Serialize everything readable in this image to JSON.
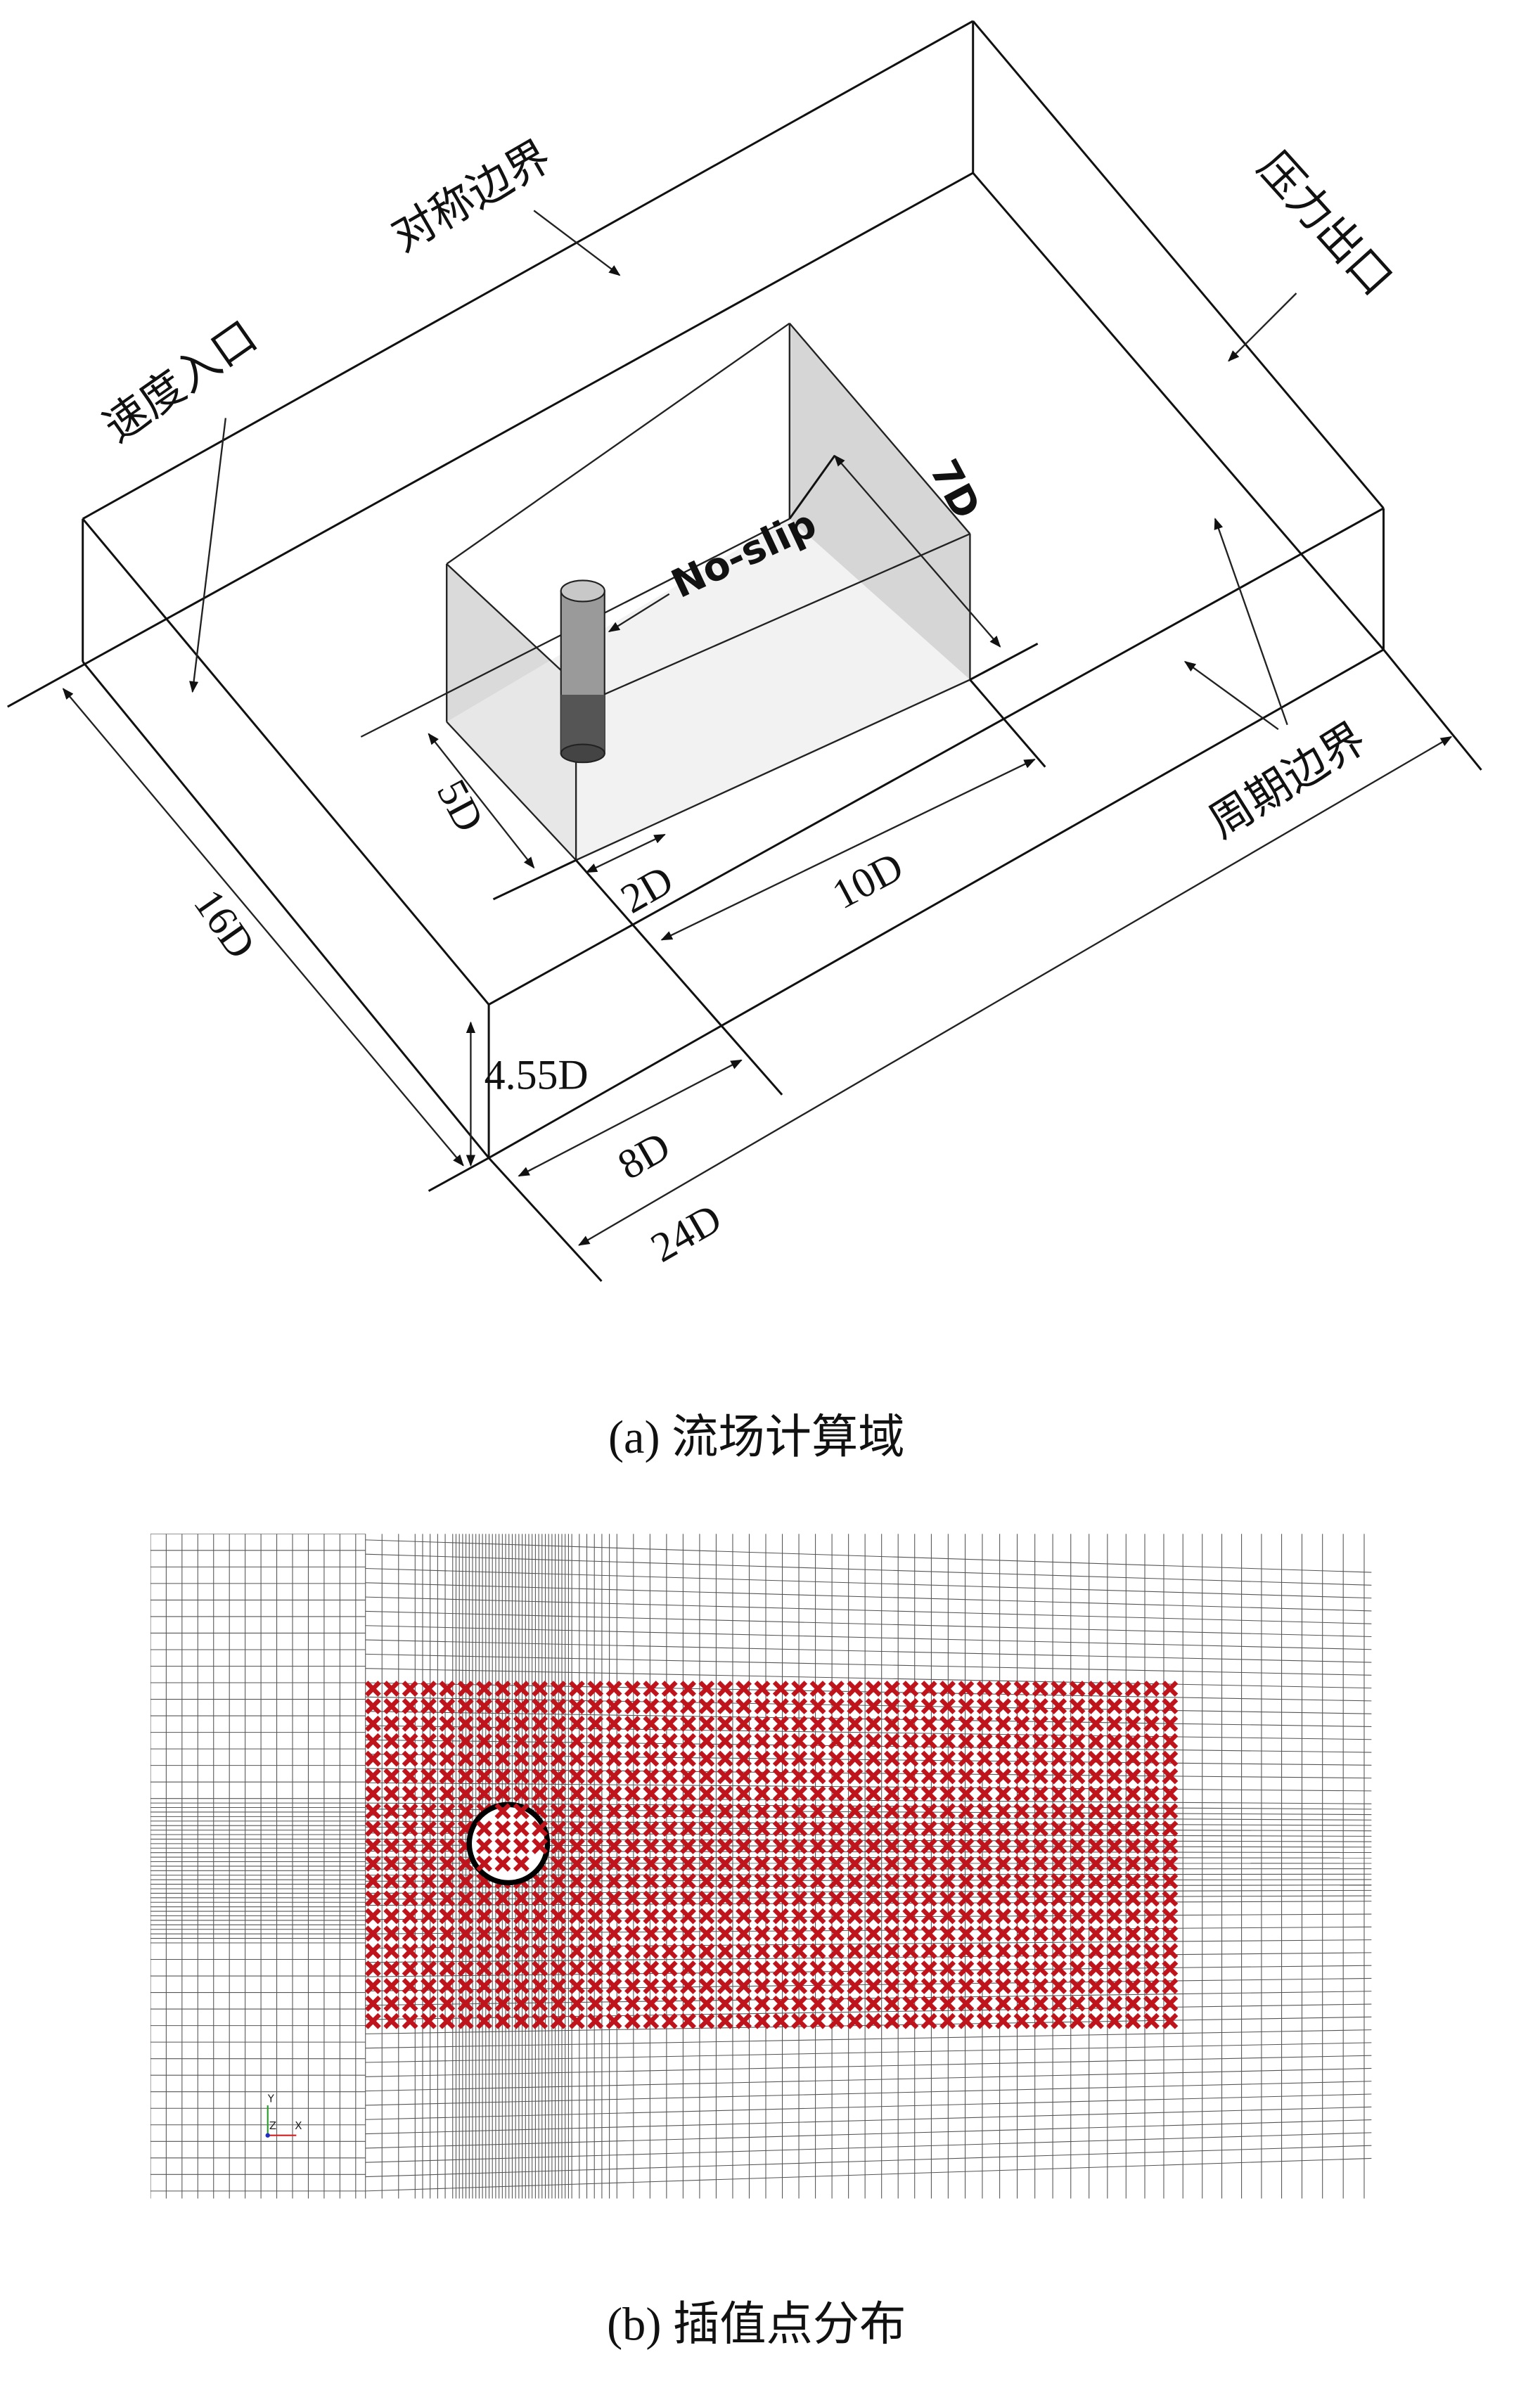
{
  "figure_a": {
    "caption": "(a) 流场计算域",
    "labels": {
      "velocity_inlet": "速度入口",
      "symmetry_boundary": "对称边界",
      "pressure_outlet": "压力出口",
      "periodic_boundary": "周期边界",
      "no_slip": "No-slip"
    },
    "dimensions": {
      "length_16D": "16D",
      "height_4_55D": "4.55D",
      "upstream_8D": "8D",
      "total_24D": "24D",
      "width_5D": "5D",
      "offset_2D": "2D",
      "length_10D": "10D",
      "depth_7D": "7D"
    }
  },
  "figure_b": {
    "caption": "(b) 插值点分布",
    "marker_grid": {
      "rows": 20,
      "cols": 44
    },
    "axis_labels": {
      "y": "Y",
      "z": "Z",
      "x": "X"
    },
    "colors": {
      "marker": "#c0141c",
      "mesh": "#555555",
      "axis_y": "#2a9d2a",
      "axis_x": "#d02020",
      "axis_z": "#2030c0"
    }
  }
}
